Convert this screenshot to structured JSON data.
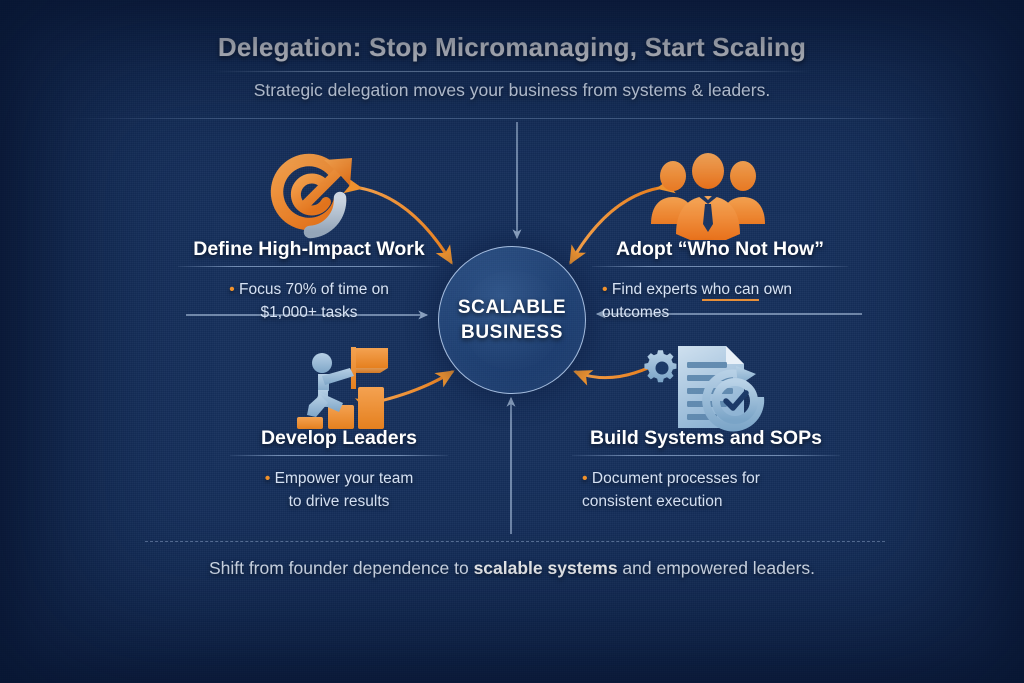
{
  "header": {
    "title": "Delegation: Stop Micromanaging, Start Scaling",
    "subtitle": "Strategic delegation moves your business from systems & leaders."
  },
  "center": {
    "line1": "SCALABLE",
    "line2": "BUSINESS"
  },
  "quadrants": [
    {
      "id": "top-left",
      "icon": "target-arrow-icon",
      "heading": "Define High-Impact Work",
      "bullet_line1": "Focus 70% of time on",
      "bullet_line2": "$1,000+ tasks"
    },
    {
      "id": "top-right",
      "icon": "people-group-icon",
      "heading": "Adopt “Who Not How”",
      "bullet_prefix": "Find experts ",
      "bullet_mid": "who can",
      "bullet_suffix": " own",
      "bullet_line2": "outcomes"
    },
    {
      "id": "bottom-left",
      "icon": "steps-flag-climber-icon",
      "heading": "Develop Leaders",
      "bullet_line1": "Empower your team",
      "bullet_line2": "to drive results"
    },
    {
      "id": "bottom-right",
      "icon": "document-gear-check-icon",
      "heading": "Build Systems and SOPs",
      "bullet_line1": "Document processes for",
      "bullet_line2": "consistent execution"
    }
  ],
  "footer": {
    "prefix": "Shift from founder dependence to ",
    "emphasis": "scalable systems",
    "suffix": " and empowered leaders."
  },
  "colors": {
    "background_deep": "#102349",
    "background_mid": "#2b5489",
    "accent_orange": "#f2913a",
    "accent_orange_dark": "#e2741d",
    "icon_blue": "#a8c6e2",
    "text_primary": "#ffffff",
    "text_secondary": "#d7e3f5",
    "arrow_grey": "#9fb6d4"
  },
  "bullet_glyph": "•"
}
